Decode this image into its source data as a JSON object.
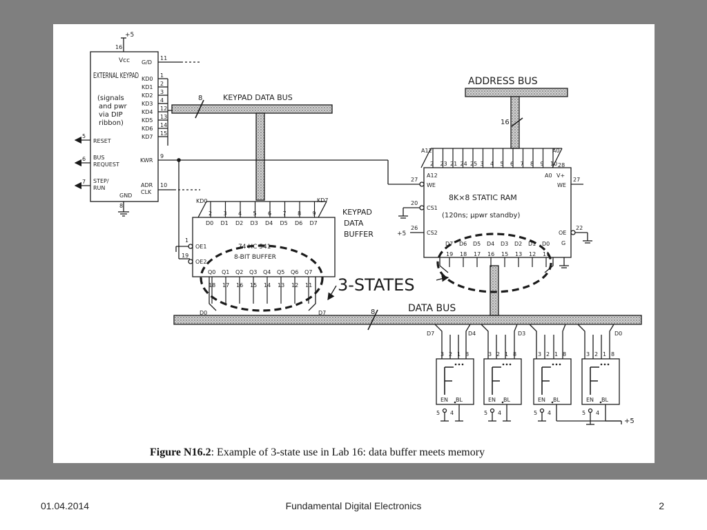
{
  "figure": {
    "caption_bold": "Figure N16.2",
    "caption_text": ": Example of 3-state use in Lab 16: data buffer meets memory",
    "labels": {
      "plus5_top": "+5",
      "pin16": "16",
      "vcc": "Vcc",
      "keypad_title": "EXTERNAL KEYPAD",
      "keypad_note1": "(signals",
      "keypad_note2": "and pwr",
      "keypad_note3": "via DIP",
      "keypad_note4": "ribbon)",
      "reset": "RESET",
      "bus_req1": "BUS",
      "bus_req2": "REQUEST",
      "step_run1": "STEP/",
      "step_run2": "RUN",
      "gnd": "GND",
      "gd": "G/D",
      "kd0": "KD0",
      "kd1": "KD1",
      "kd2": "KD2",
      "kd3": "KD3",
      "kd4": "KD4",
      "kd5": "KD5",
      "kd6": "KD6",
      "kd7": "KD7",
      "kwr": "KWR",
      "adr_clk1": "ADR",
      "adr_clk2": "CLK",
      "keypad_data_bus": "KEYPAD DATA BUS",
      "bus_width_8": "8",
      "address_bus": "ADDRESS BUS",
      "addr_width_16": "16",
      "buffer_part": "74 HC 541",
      "buffer_desc": "8-BIT BUFFER",
      "oe1": "OE1",
      "oe2": "OE2",
      "buf_kd0": "KD0",
      "buf_kd7": "KD7",
      "keypad_data_buffer1": "KEYPAD",
      "keypad_data_buffer2": "DATA",
      "keypad_data_buffer3": "BUFFER",
      "three_states": "3-STATES",
      "data_bus": "DATA BUS",
      "data_width_8": "8",
      "d0_left": "D0",
      "d7_left": "D7",
      "a12": "A12",
      "a0": "A0",
      "ram_we_left": "WE",
      "ram_we_right": "WE",
      "ram_title": "8K×8 STATIC RAM",
      "ram_spec": "(120ns; μpwr standby)",
      "cs1": "CS1",
      "cs2": "CS2",
      "plus5_cs2": "+5",
      "ram_oe": "OE",
      "ram_g": "G",
      "ram_a12_pin": "A12",
      "ram_a0_pin": "A0",
      "v_plus": "V+",
      "d7_disp": "D7",
      "d4_disp": "D4",
      "d3_disp": "D3",
      "d0_disp": "D0",
      "en": "EN",
      "bl": "BL",
      "plus5_disp": "+5",
      "pin_27": "27",
      "pin_20": "20",
      "pin_26": "26",
      "pin_22": "22",
      "pin_28": "28",
      "pin_9": "9",
      "pin_10": "10",
      "pin_11": "11",
      "pin_1": "1",
      "pin_19": "19",
      "pin_5": "5",
      "pin_6": "6",
      "pin_7": "7",
      "pin_8": "8"
    },
    "buffer_in_pins": [
      "2",
      "3",
      "4",
      "5",
      "6",
      "7",
      "8",
      "9"
    ],
    "buffer_in_names": [
      "D0",
      "D1",
      "D2",
      "D3",
      "D4",
      "D5",
      "D6",
      "D7"
    ],
    "buffer_out_names": [
      "Q0",
      "Q1",
      "Q2",
      "Q3",
      "Q4",
      "Q5",
      "Q6",
      "Q7"
    ],
    "buffer_out_pins": [
      "18",
      "17",
      "16",
      "15",
      "14",
      "13",
      "12",
      "11"
    ],
    "keypad_pins": [
      "1",
      "2",
      "3",
      "4",
      "12",
      "13",
      "14",
      "15"
    ],
    "ram_addr_pins": [
      "2",
      "23",
      "21",
      "24",
      "25",
      "3",
      "4",
      "5",
      "6",
      "7",
      "8",
      "9",
      "10"
    ],
    "ram_data_names": [
      "D7",
      "D6",
      "D5",
      "D4",
      "D3",
      "D2",
      "D1",
      "D0"
    ],
    "ram_data_pins": [
      "19",
      "18",
      "17",
      "16",
      "15",
      "13",
      "12",
      "11"
    ],
    "display_pins": [
      "3",
      "2",
      "1",
      "8"
    ]
  },
  "footer": {
    "date": "01.04.2014",
    "title": "Fundamental Digital Electronics",
    "page": "2"
  }
}
